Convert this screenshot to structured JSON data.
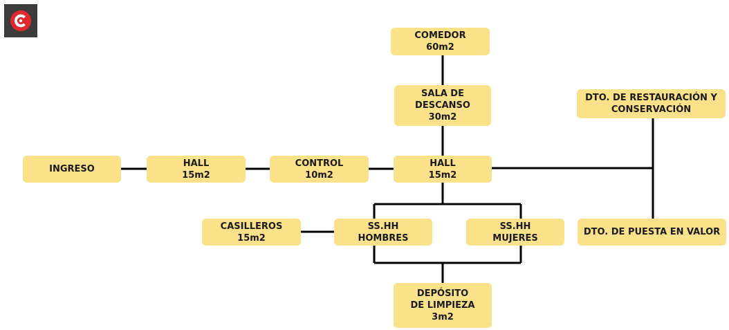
{
  "logo": {
    "icon": "copyright-logo-icon"
  },
  "colors": {
    "box_fill": "#fae18a",
    "line": "#000000",
    "text": "#1a1a1a",
    "logo_background": "#3c3c3c",
    "logo_circle": "#e0282e"
  },
  "nodes": {
    "comedor": [
      "COMEDOR",
      "60m2"
    ],
    "sala_descanso": [
      "SALA DE",
      "DESCANSO",
      "30m2"
    ],
    "dto_restauracion": [
      "DTO. DE RESTAURACIÓN Y",
      "CONSERVACIÓN"
    ],
    "ingreso": [
      "INGRESO"
    ],
    "hall_1": [
      "HALL",
      "15m2"
    ],
    "control": [
      "CONTROL",
      "10m2"
    ],
    "hall_2": [
      "HALL",
      "15m2"
    ],
    "casilleros": [
      "CASILLEROS",
      "15m2"
    ],
    "sshh_hombres": [
      "SS.HH",
      "HOMBRES"
    ],
    "sshh_mujeres": [
      "SS.HH",
      "MUJERES"
    ],
    "dto_puesta_valor": [
      "DTO. DE PUESTA EN VALOR"
    ],
    "deposito_limpieza": [
      "DEPÓSITO",
      "DE LIMPIEZA",
      "3m2"
    ]
  },
  "connections": [
    [
      "ingreso",
      "hall_1"
    ],
    [
      "hall_1",
      "control"
    ],
    [
      "control",
      "hall_2"
    ],
    [
      "comedor",
      "sala_descanso"
    ],
    [
      "sala_descanso",
      "hall_2"
    ],
    [
      "hall_2",
      "dto_restauracion"
    ],
    [
      "hall_2",
      "dto_puesta_valor"
    ],
    [
      "hall_2",
      "sshh_hombres"
    ],
    [
      "hall_2",
      "sshh_mujeres"
    ],
    [
      "casilleros",
      "sshh_hombres"
    ],
    [
      "sshh_hombres",
      "deposito_limpieza"
    ],
    [
      "sshh_mujeres",
      "deposito_limpieza"
    ]
  ]
}
